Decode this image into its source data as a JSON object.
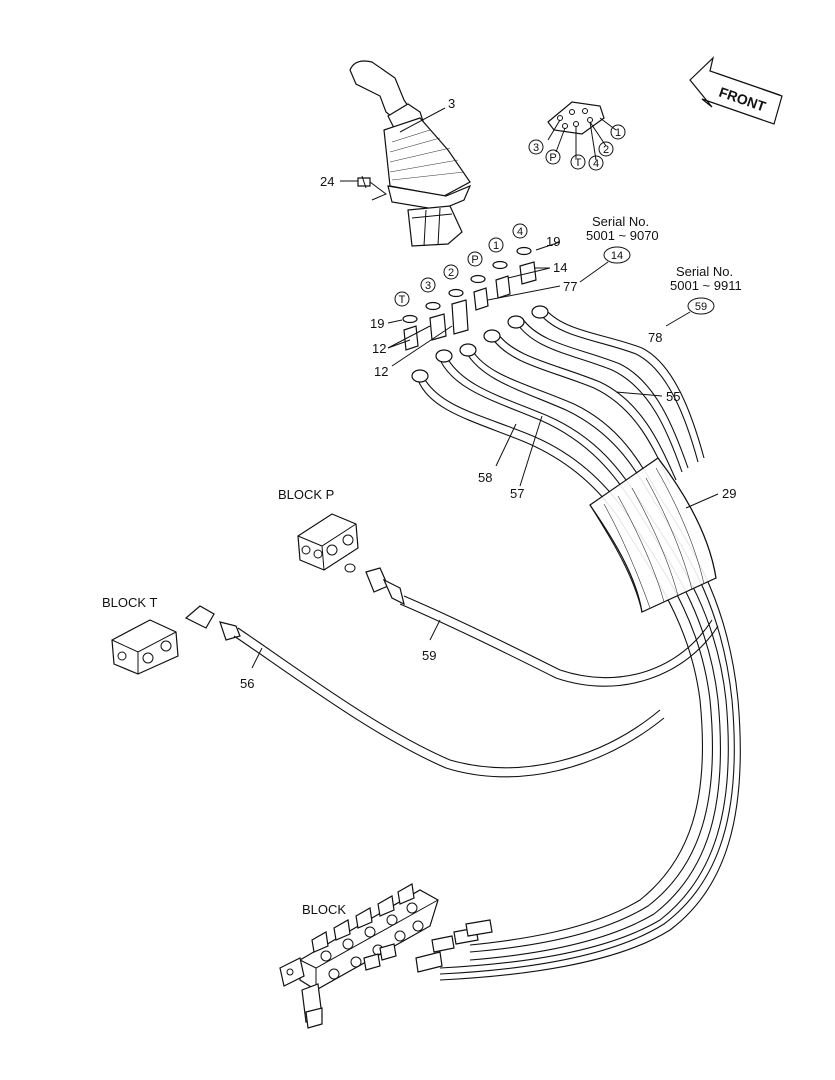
{
  "front_label": "FRONT",
  "pin_ids": {
    "c3": "3",
    "cP": "P",
    "cT": "T",
    "c4": "4",
    "c2": "2",
    "c1": "1"
  },
  "port_circles": {
    "T": "T",
    "p3": "3",
    "p2": "2",
    "P": "P",
    "p1": "1",
    "p4": "4"
  },
  "serial_notes": {
    "s14_title": "Serial No.",
    "s14_range": "5001 ~ 9070",
    "s14_ref": "14",
    "s59_title": "Serial No.",
    "s59_range": "5001 ~ 9911",
    "s59_ref": "59"
  },
  "block_labels": {
    "block_p": "BLOCK  P",
    "block_t": "BLOCK  T",
    "block": "BLOCK"
  },
  "part_numbers": {
    "p3": "3",
    "p24": "24",
    "p19a": "19",
    "p14": "14",
    "p77": "77",
    "p19b": "19",
    "p12a": "12",
    "p12b": "12",
    "p78": "78",
    "p55": "55",
    "p58": "58",
    "p57": "57",
    "p29": "29",
    "p59": "59",
    "p56": "56"
  }
}
